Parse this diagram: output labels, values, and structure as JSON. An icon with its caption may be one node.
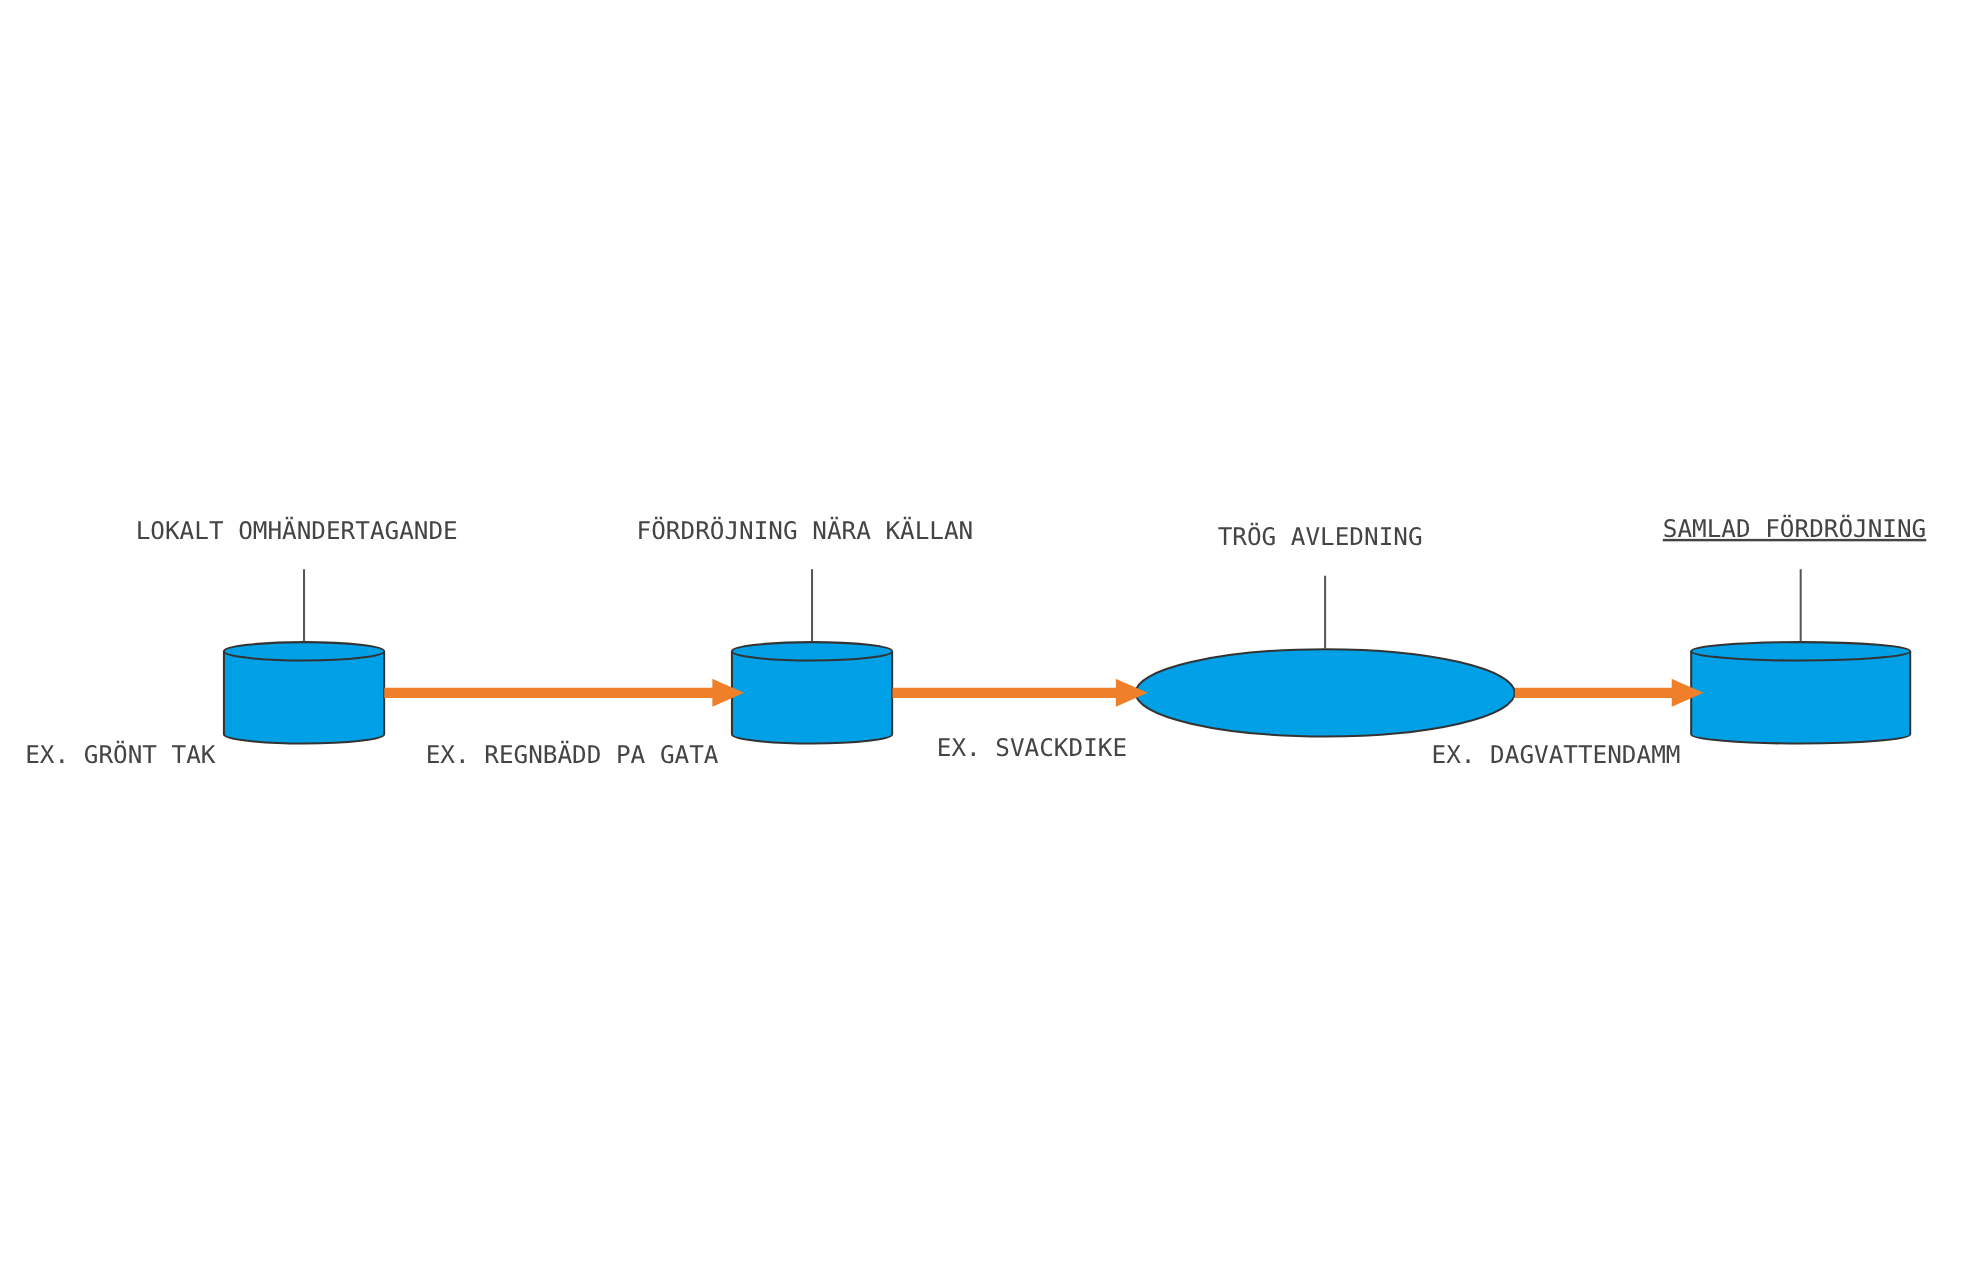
{
  "diagram": {
    "nodes": [
      {
        "text": [
          "LOKALT OMHÄNDERTAGANDE"
        ]
      },
      {
        "text": [
          "FÖRDRÖJNING NÄRA KÄLLAN"
        ]
      },
      {
        "text": [
          "TRÖG AVLEDNING"
        ]
      },
      {
        "text": [],
        "shape": "cylinder",
        "beside": [
          "EX. GRÖNT TAK"
        ]
      },
      {
        "text": [],
        "shape": "cylinder",
        "beside": [
          "EX. REGNBÄDD PA GATA"
        ]
      },
      {
        "text": [],
        "shape": "ditch",
        "beside": [
          "EX. SVACKDIKE"
        ]
      },
      {
        "text": [
          "SAMLAD FÖRDRÖJNING"
        ]
      },
      {
        "text": [],
        "shape": "cylinder",
        "beside": [
          "EX. DAGVATTENDAMM"
        ]
      }
    ],
    "edges": [
      {
        "from": 0,
        "to": 3,
        "arrow": "none"
      },
      {
        "from": 1,
        "to": 4,
        "arrow": "none"
      },
      {
        "from": 2,
        "to": 5,
        "arrow": "none"
      },
      {
        "from": 6,
        "to": 7,
        "arrow": "none"
      },
      {
        "from": 3,
        "to": 4,
        "arrow": "to",
        "style": "thick",
        "color": "#f07f2a"
      },
      {
        "from": 4,
        "to": 5,
        "arrow": "to",
        "style": "thick",
        "color": "#f07f2a"
      },
      {
        "from": 5,
        "to": 7,
        "arrow": "to",
        "style": "thick",
        "color": "#f07f2a"
      }
    ]
  }
}
